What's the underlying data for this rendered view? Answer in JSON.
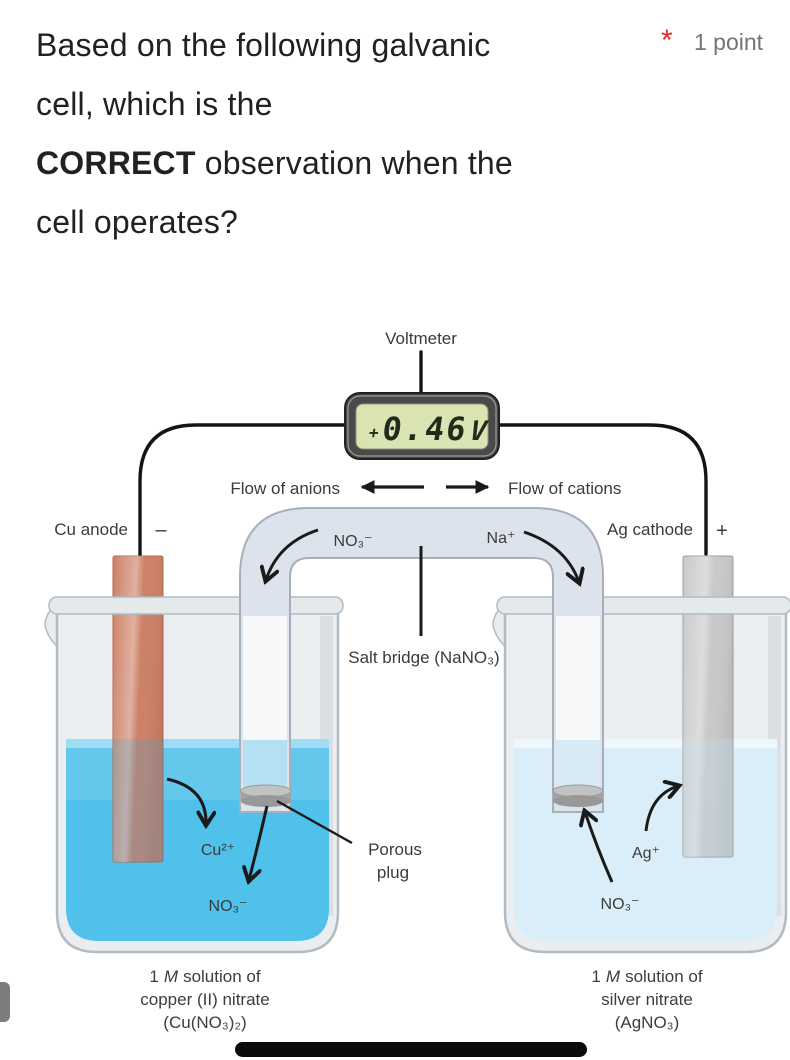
{
  "header": {
    "question_lines": [
      "Based on the following galvanic",
      "cell, which is the"
    ],
    "question_bold": "CORRECT",
    "question_after_bold": " observation when the",
    "question_last_line": "cell operates?",
    "required_marker": "*",
    "points_label": "1 point"
  },
  "diagram": {
    "voltmeter": {
      "label": "Voltmeter",
      "sign": "+",
      "value": "0.46",
      "unit": "V"
    },
    "flow": {
      "anions": "Flow of anions",
      "cations": "Flow of cations"
    },
    "electrodes": {
      "anode_label": "Cu anode",
      "anode_sign": "–",
      "cathode_label": "Ag cathode",
      "cathode_sign": "+"
    },
    "salt_bridge": {
      "label": "Salt bridge (NaNO₃)",
      "anion": "NO₃⁻",
      "cation": "Na⁺",
      "porous_line1": "Porous",
      "porous_line2": "plug"
    },
    "left_beaker": {
      "cation": "Cu²⁺",
      "anion": "NO₃⁻",
      "caption_pre": "1",
      "caption_molar": "M",
      "caption_post": "solution of",
      "caption_line2": "copper (II) nitrate",
      "caption_line3": "(Cu(NO₃)₂)"
    },
    "right_beaker": {
      "cation": "Ag⁺",
      "anion": "NO₃⁻",
      "caption_pre": "1",
      "caption_molar": "M",
      "caption_post": "solution of",
      "caption_line2": "silver nitrate",
      "caption_line3": "(AgNO₃)"
    }
  },
  "colors": {
    "accent_red": "#d93025",
    "points_gray": "#70757a",
    "copper": "#cd8166",
    "silver": "#c9c9c9",
    "solution_left": "#4fc1ea",
    "solution_right": "#d9eef8",
    "lcd_green": "#d9e4b2",
    "wire_black": "#141414"
  }
}
